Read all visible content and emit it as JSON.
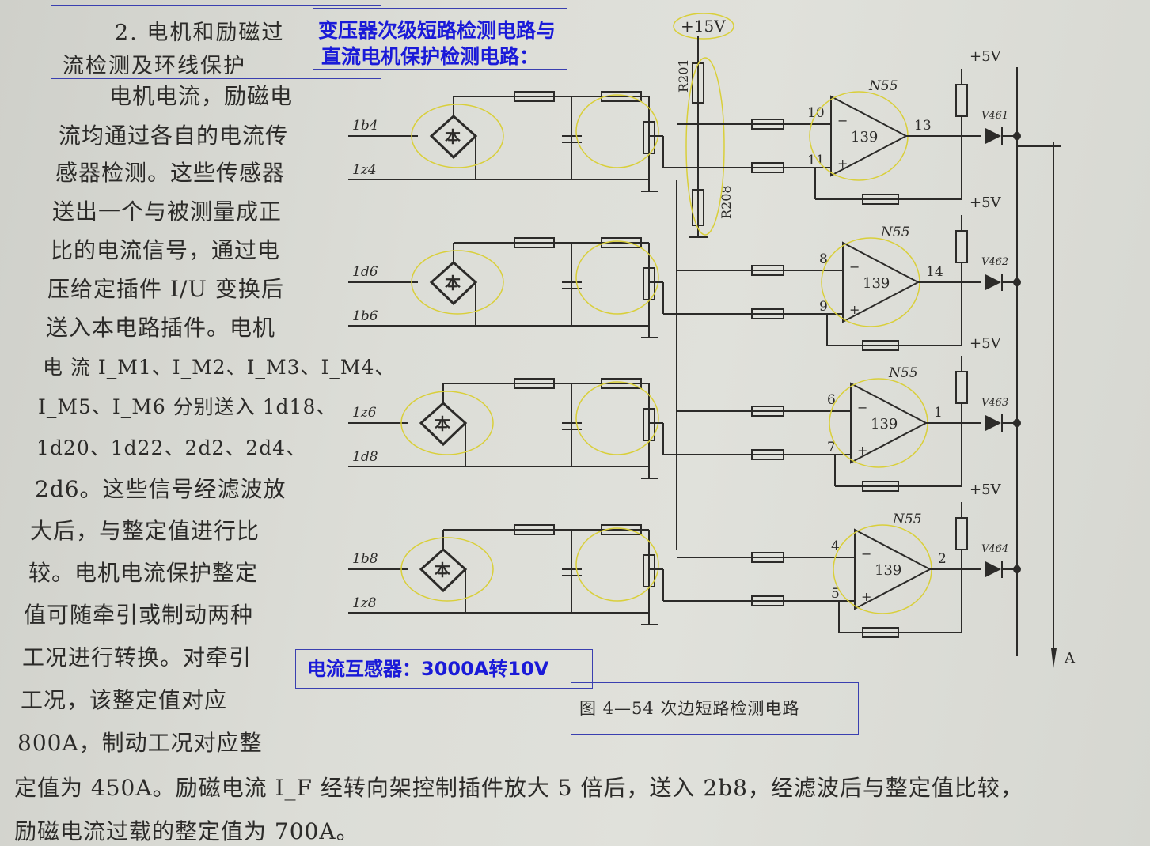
{
  "heading": {
    "line1": "2. 电机和励磁过",
    "line2": "流检测及环线保护"
  },
  "annotations": {
    "title_line1": "变压器次级短路检测电路与",
    "title_line2": "直流电机保护检测电路：",
    "current_transformer": "电流互感器：3000A转10V"
  },
  "body_lines": [
    "电机电流，励磁电",
    "流均通过各自的电流传",
    "感器检测。这些传感器",
    "送出一个与被测量成正",
    "比的电流信号，通过电",
    "压给定插件 I/U 变换后",
    "送入本电路插件。电机",
    "电 流 I_M1、I_M2、I_M3、I_M4、",
    "I_M5、I_M6 分别送入 1d18、",
    "1d20、1d22、2d2、2d4、",
    "2d6。这些信号经滤波放",
    "大后，与整定值进行比",
    "较。电机电流保护整定",
    "值可随牵引或制动两种",
    "工况进行转换。对牵引",
    "工况，该整定值对应",
    "800A，制动工况对应整"
  ],
  "bottom_lines": [
    "定值为 450A。励磁电流 I_F 经转向架控制插件放大 5 倍后，送入 2b8，经滤波后与整定值比较，",
    "励磁电流过载的整定值为 700A。"
  ],
  "figure_caption": "图 4—54   次边短路检测电路",
  "circuit": {
    "supply_top": "+15V",
    "r_top": "R201",
    "r_bottom": "R208",
    "output_label": "A",
    "stages": [
      {
        "in_a": "1b4",
        "in_b": "1z4",
        "ic": "N55",
        "chip": "139",
        "pin_minus": "10",
        "pin_plus": "11",
        "pin_out": "13",
        "diode": "V461",
        "supply": "+5V"
      },
      {
        "in_a": "1d6",
        "in_b": "1b6",
        "ic": "N55",
        "chip": "139",
        "pin_minus": "8",
        "pin_plus": "9",
        "pin_out": "14",
        "diode": "V462",
        "supply": "+5V"
      },
      {
        "in_a": "1z6",
        "in_b": "1d8",
        "ic": "N55",
        "chip": "139",
        "pin_minus": "6",
        "pin_plus": "7",
        "pin_out": "1",
        "diode": "V463",
        "supply": "+5V"
      },
      {
        "in_a": "1b8",
        "in_b": "1z8",
        "ic": "N55",
        "chip": "139",
        "pin_minus": "4",
        "pin_plus": "5",
        "pin_out": "2",
        "diode": "V464",
        "supply": "+5V"
      }
    ],
    "bridge_glyph": "本"
  }
}
